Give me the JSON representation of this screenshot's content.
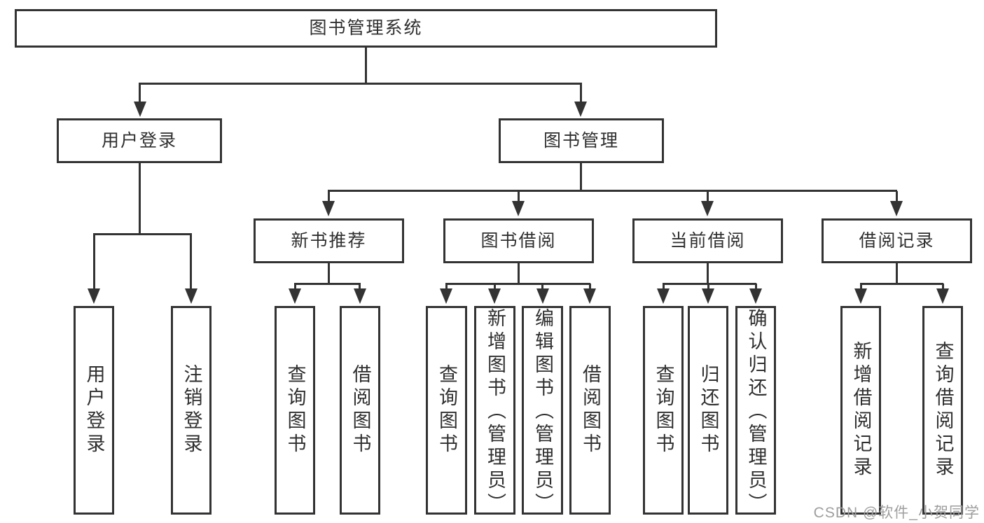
{
  "watermark": "CSDN @软件_小贺同学",
  "colors": {
    "line": "#333333",
    "text": "#2f2f2f",
    "watermark": "#9e9e9e",
    "background": "#ffffff"
  },
  "tree": {
    "label": "图书管理系统",
    "children": [
      {
        "label": "用户登录",
        "children": [
          {
            "label": "用户登录"
          },
          {
            "label": "注销登录"
          }
        ]
      },
      {
        "label": "图书管理",
        "children": [
          {
            "label": "新书推荐",
            "children": [
              {
                "label": "查询图书"
              },
              {
                "label": "借阅图书"
              }
            ]
          },
          {
            "label": "图书借阅",
            "children": [
              {
                "label": "查询图书"
              },
              {
                "label": "新增图书（管理员）"
              },
              {
                "label": "编辑图书（管理员）"
              },
              {
                "label": "借阅图书"
              }
            ]
          },
          {
            "label": "当前借阅",
            "children": [
              {
                "label": "查询图书"
              },
              {
                "label": "归还图书"
              },
              {
                "label": "确认归还（管理员）"
              }
            ]
          },
          {
            "label": "借阅记录",
            "children": [
              {
                "label": "新增借阅记录"
              },
              {
                "label": "查询借阅记录"
              }
            ]
          }
        ]
      }
    ]
  }
}
